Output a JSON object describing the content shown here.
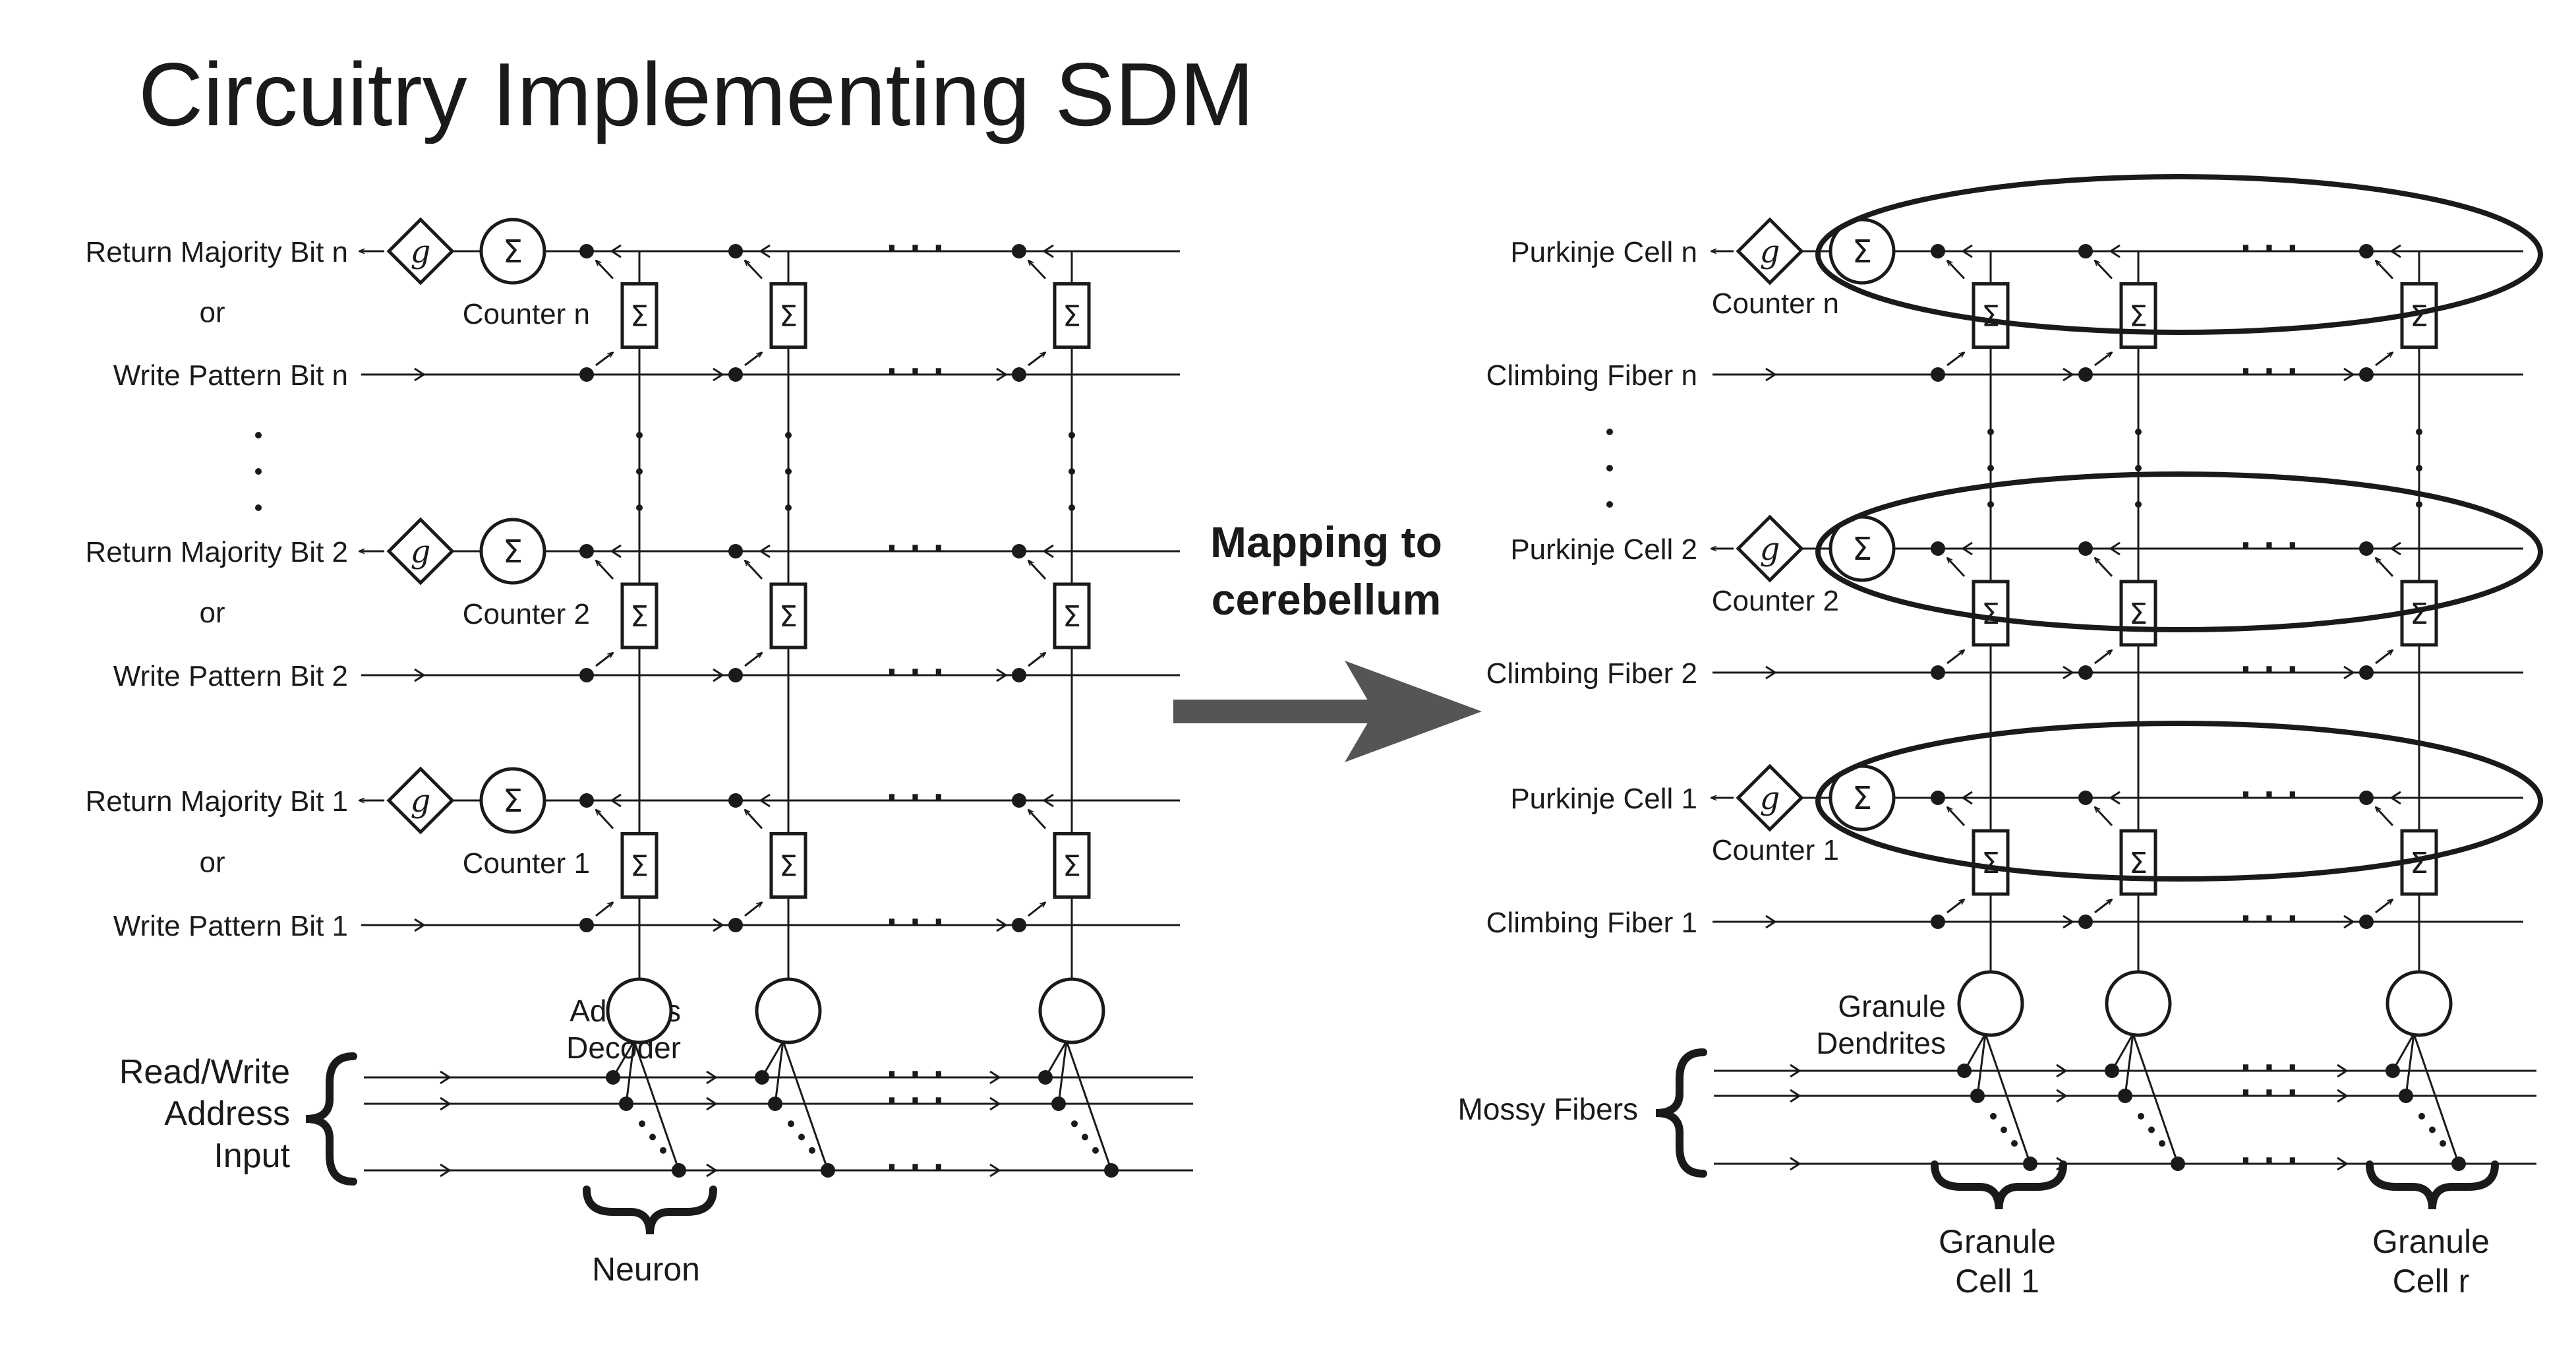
{
  "title": "Circuitry Implementing SDM",
  "mapping_label": [
    "Mapping to",
    "cerebellum"
  ],
  "symbols": {
    "gate": "g",
    "sum": "Σ",
    "ellipsis": "· · ·"
  },
  "left": {
    "rows": [
      {
        "return_label": "Return Majority Bit n",
        "or_label": "or",
        "write_label": "Write Pattern Bit n",
        "counter_label": "Counter n"
      },
      {
        "return_label": "Return Majority Bit 2",
        "or_label": "or",
        "write_label": "Write Pattern Bit 2",
        "counter_label": "Counter 2"
      },
      {
        "return_label": "Return Majority Bit 1",
        "or_label": "or",
        "write_label": "Write Pattern Bit 1",
        "counter_label": "Counter 1"
      }
    ],
    "decoder_label": [
      "Address",
      "Decoder"
    ],
    "address_input_label": [
      "Read/Write",
      "Address",
      "Input"
    ],
    "neuron_label": "Neuron"
  },
  "right": {
    "rows": [
      {
        "return_label": "Purkinje Cell n",
        "write_label": "Climbing Fiber n",
        "counter_label": "Counter n"
      },
      {
        "return_label": "Purkinje Cell 2",
        "write_label": "Climbing Fiber 2",
        "counter_label": "Counter 2"
      },
      {
        "return_label": "Purkinje Cell 1",
        "write_label": "Climbing Fiber 1",
        "counter_label": "Counter 1"
      }
    ],
    "decoder_label": [
      "Granule",
      "Dendrites"
    ],
    "mossy_label": "Mossy Fibers",
    "granule_labels": [
      {
        "line1": "Granule",
        "line2": "Cell 1"
      },
      {
        "line1": "Granule",
        "line2": "Cell r"
      }
    ]
  },
  "colors": {
    "ink": "#1a1a1a",
    "arrow": "#555555"
  },
  "icons": [
    "gate-diamond-icon",
    "sum-circle-icon",
    "sum-box-icon",
    "big-arrow-icon",
    "brace-icon"
  ]
}
